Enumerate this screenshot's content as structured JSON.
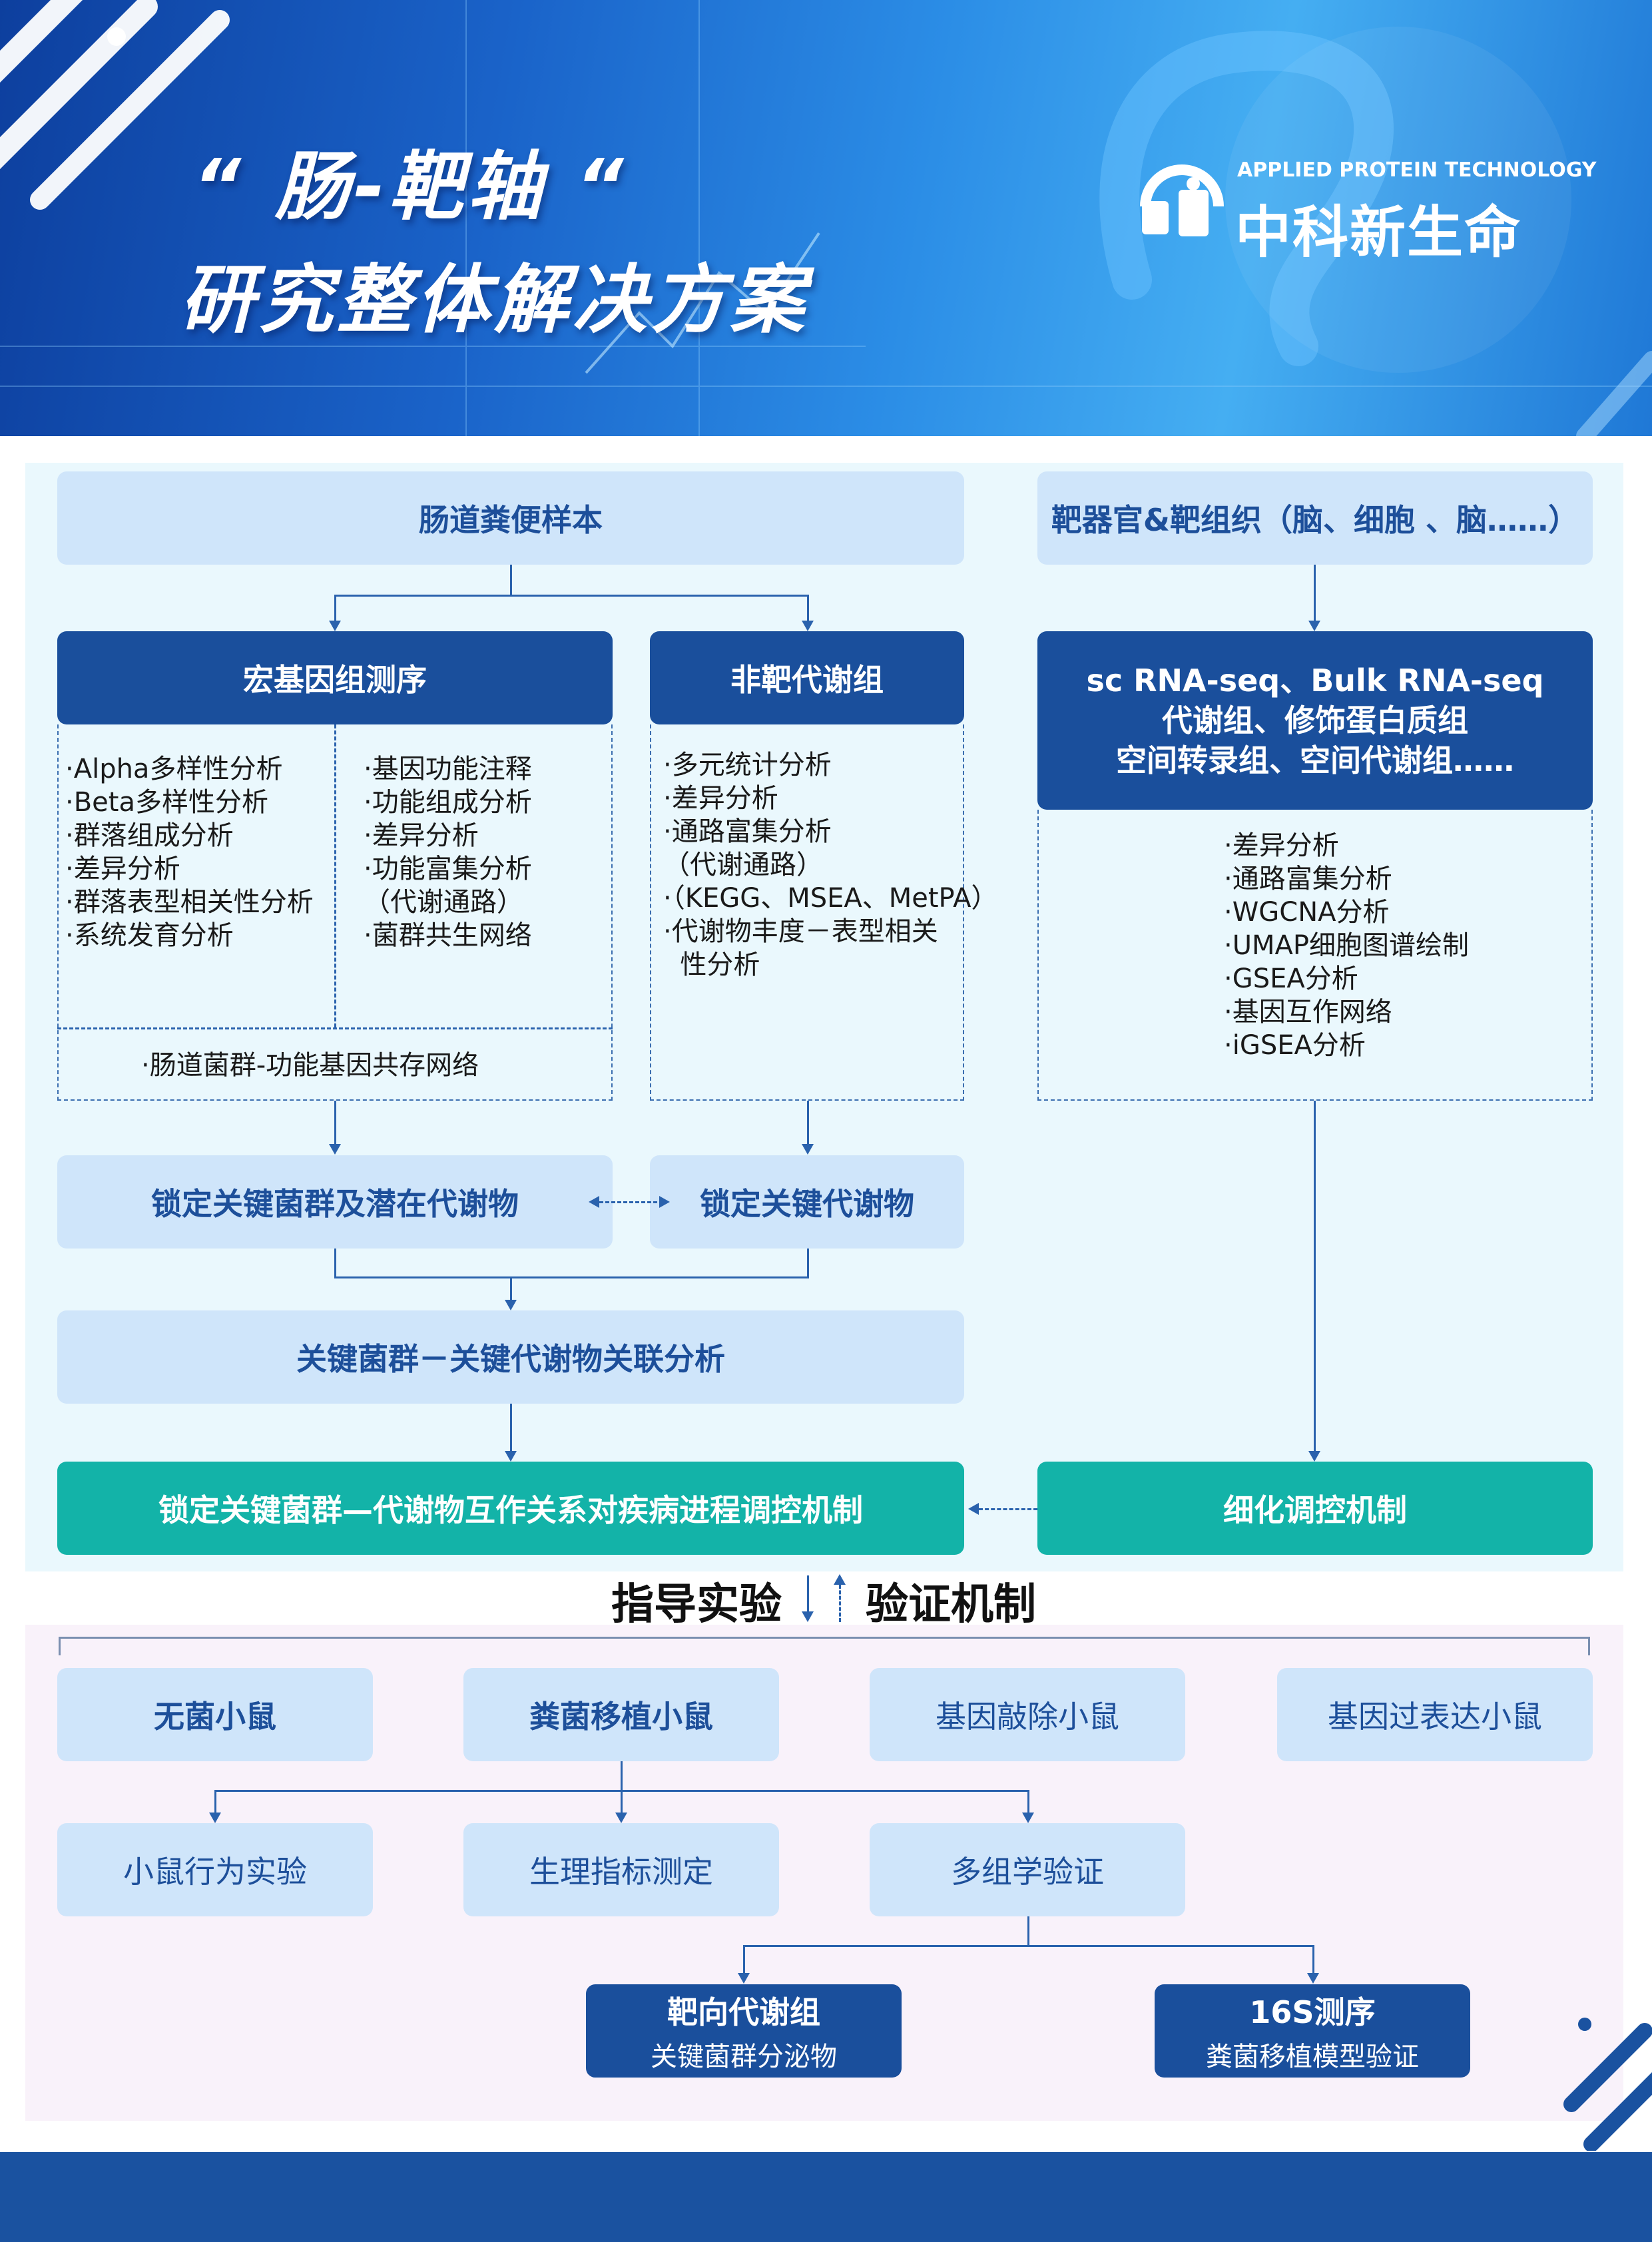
{
  "header": {
    "title_line1": "“ 肠-靶轴 “",
    "title_line2": "研究整体解决方案",
    "logo_en": "APPLIED PROTEIN TECHNOLOGY",
    "logo_cn": "中科新生命"
  },
  "left_flow": {
    "sample": "肠道粪便样本",
    "metagenome": {
      "title": "宏基因组测序",
      "col1": [
        "·Alpha多样性分析",
        "·Beta多样性分析",
        "·群落组成分析",
        "·差异分析",
        "·群落表型相关性分析",
        "·系统发育分析"
      ],
      "col2": [
        "·基因功能注释",
        "·功能组成分析",
        "·差异分析",
        "·功能富集分析",
        "（代谢通路）",
        "·菌群共生网络"
      ],
      "footer": "·肠道菌群-功能基因共存网络"
    },
    "metabolome": {
      "title": "非靶代谢组",
      "items": [
        "·多元统计分析",
        "·差异分析",
        "·通路富集分析",
        "（代谢通路）",
        "·（KEGG、MSEA、MetPA）",
        "·代谢物丰度－表型相关",
        "  性分析"
      ]
    },
    "lock_bacteria": "锁定关键菌群及潜在代谢物",
    "lock_metabolite": "锁定关键代谢物",
    "association": "关键菌群－关键代谢物关联分析",
    "mechanism": "锁定关键菌群—代谢物互作关系对疾病进程调控机制"
  },
  "right_flow": {
    "target": "靶器官&靶组织（脑、细胞 、脑……）",
    "omics_lines": [
      "sc RNA-seq、Bulk RNA-seq",
      "代谢组、修饰蛋白质组",
      "空间转录组、空间代谢组……"
    ],
    "items": [
      "·差异分析",
      "·通路富集分析",
      "·WGCNA分析",
      "·UMAP细胞图谱绘制",
      "·GSEA分析",
      "·基因互作网络",
      "·iGSEA分析"
    ],
    "refine": "细化调控机制"
  },
  "bridge": {
    "left": "指导实验",
    "right": "验证机制"
  },
  "bottom": {
    "models": [
      "无菌小鼠",
      "粪菌移植小鼠",
      "基因敲除小鼠",
      "基因过表达小鼠"
    ],
    "experiments": [
      "小鼠行为实验",
      "生理指标测定",
      "多组学验证"
    ],
    "targeted": {
      "title": "靶向代谢组",
      "sub": "关键菌群分泌物"
    },
    "seq16s": {
      "title": "16S测序",
      "sub": "粪菌移植模型验证"
    }
  },
  "colors": {
    "header_blue": "#1a63c9",
    "light_box": "#cfe5fa",
    "dark_box": "#1a4f9c",
    "teal_box": "#13b3a8",
    "panel_top": "#eaf8fd",
    "panel_bottom": "#f9f2fa"
  }
}
